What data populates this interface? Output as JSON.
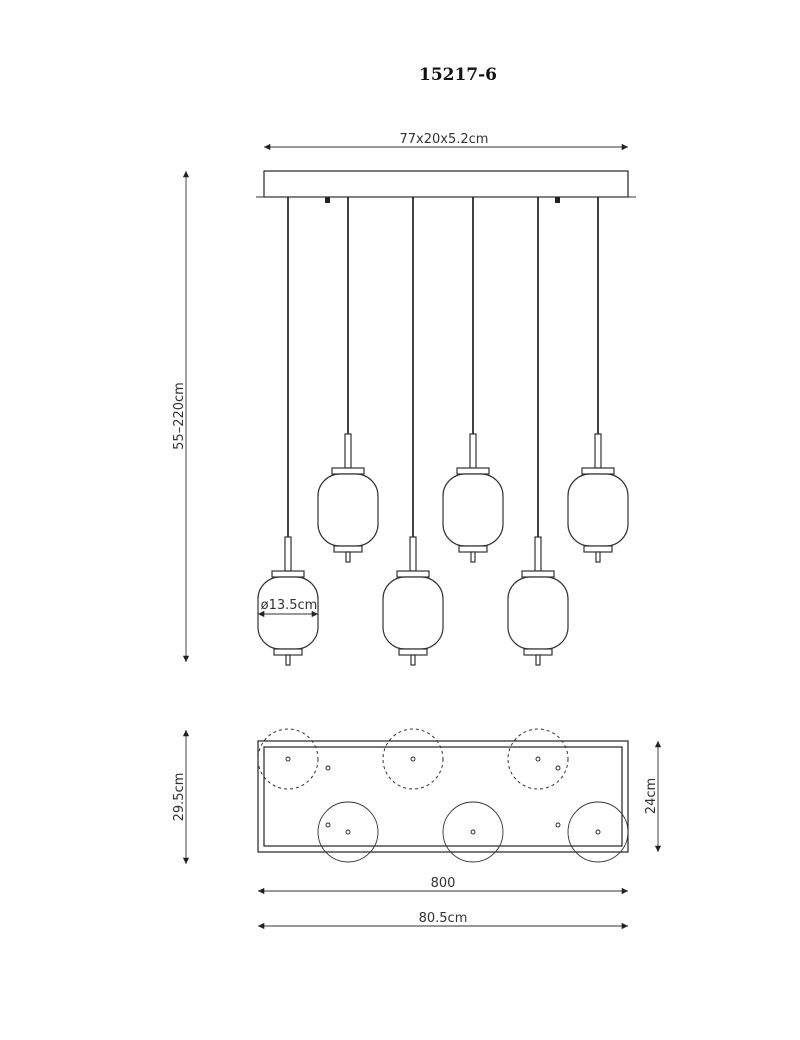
{
  "model": "15217-6",
  "dimensions": {
    "canopy": "77x20x5.2cm",
    "height": "55–220cm",
    "shade_diameter": "ø13.5cm",
    "depth_outer": "29.5cm",
    "depth_inner": "24cm",
    "length_inner": "800",
    "length_outer": "80.5cm"
  }
}
